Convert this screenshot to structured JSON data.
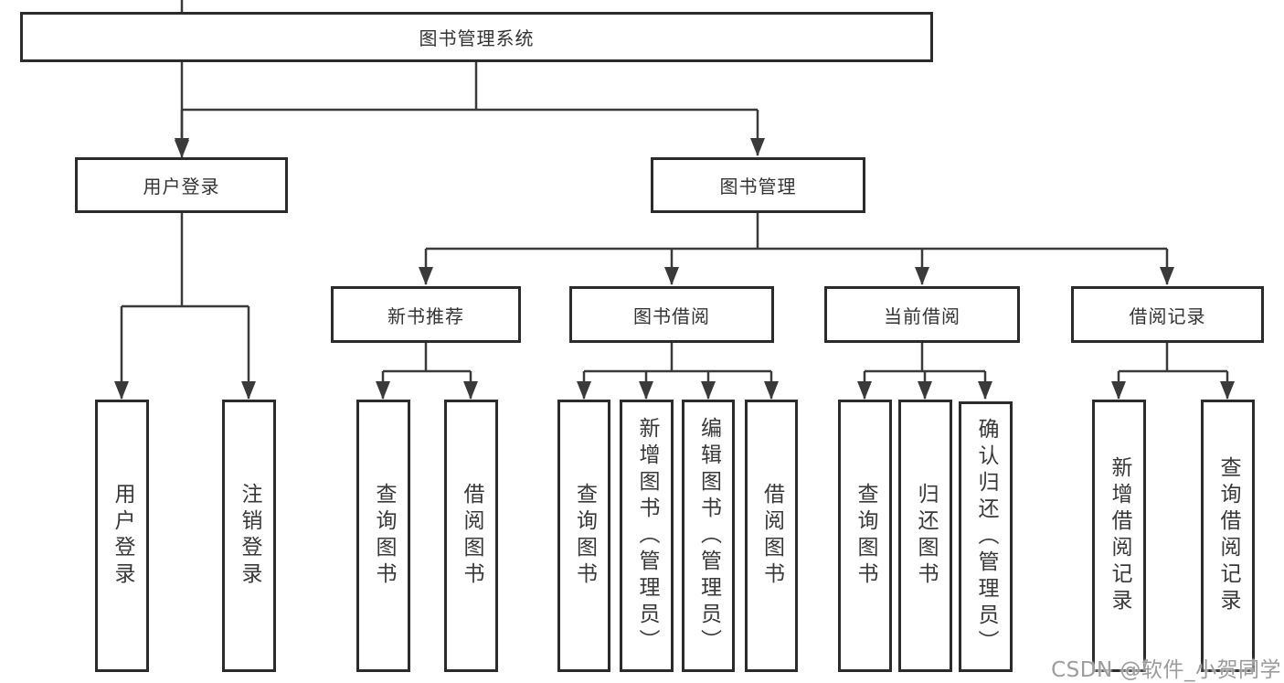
{
  "colors": {
    "background": "#ffffff",
    "box_border": "#2b2b2b",
    "connector_line": "#3a3a3a",
    "text": "#333333",
    "watermark_text": "#9c9c9c"
  },
  "diagram_type": "tree",
  "tree": {
    "root": {
      "label": "图书管理系统"
    },
    "branches": [
      {
        "label": "用户登录",
        "children": [
          {
            "label": "用户登录"
          },
          {
            "label": "注销登录"
          }
        ]
      },
      {
        "label": "图书管理",
        "children": [
          {
            "label": "新书推荐",
            "children": [
              {
                "label": "查询图书"
              },
              {
                "label": "借阅图书"
              }
            ]
          },
          {
            "label": "图书借阅",
            "children": [
              {
                "label": "查询图书"
              },
              {
                "label": "新增图书（管理员）"
              },
              {
                "label": "编辑图书（管理员）"
              },
              {
                "label": "借阅图书"
              }
            ]
          },
          {
            "label": "当前借阅",
            "children": [
              {
                "label": "查询图书"
              },
              {
                "label": "归还图书"
              },
              {
                "label": "确认归还（管理员）"
              }
            ]
          },
          {
            "label": "借阅记录",
            "children": [
              {
                "label": "新增借阅记录"
              },
              {
                "label": "查询借阅记录"
              }
            ]
          }
        ]
      }
    ]
  },
  "watermark": {
    "text": "CSDN @软件_小贺同学"
  }
}
